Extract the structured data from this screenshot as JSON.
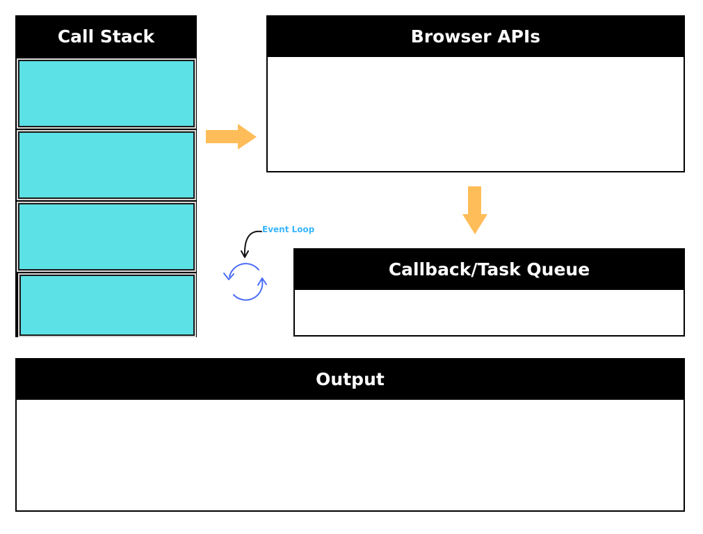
{
  "call_stack": {
    "title": "Call Stack",
    "slots": [
      "",
      "",
      "",
      ""
    ]
  },
  "browser_apis": {
    "title": "Browser APIs"
  },
  "callback_queue": {
    "title": "Callback/Task Queue"
  },
  "output": {
    "title": "Output"
  },
  "event_loop": {
    "label": "Event Loop"
  },
  "colors": {
    "header_bg": "#000000",
    "header_text": "#ffffff",
    "stack_slot": "#5ce1e6",
    "arrow": "#ffbd59",
    "event_loop_label": "#38b6ff",
    "event_loop_icon": "#4a6cf7"
  },
  "icons": {
    "flow_arrows": "arrow-right-icon, arrow-down-icon",
    "event_loop": "refresh-cycle-icon"
  }
}
